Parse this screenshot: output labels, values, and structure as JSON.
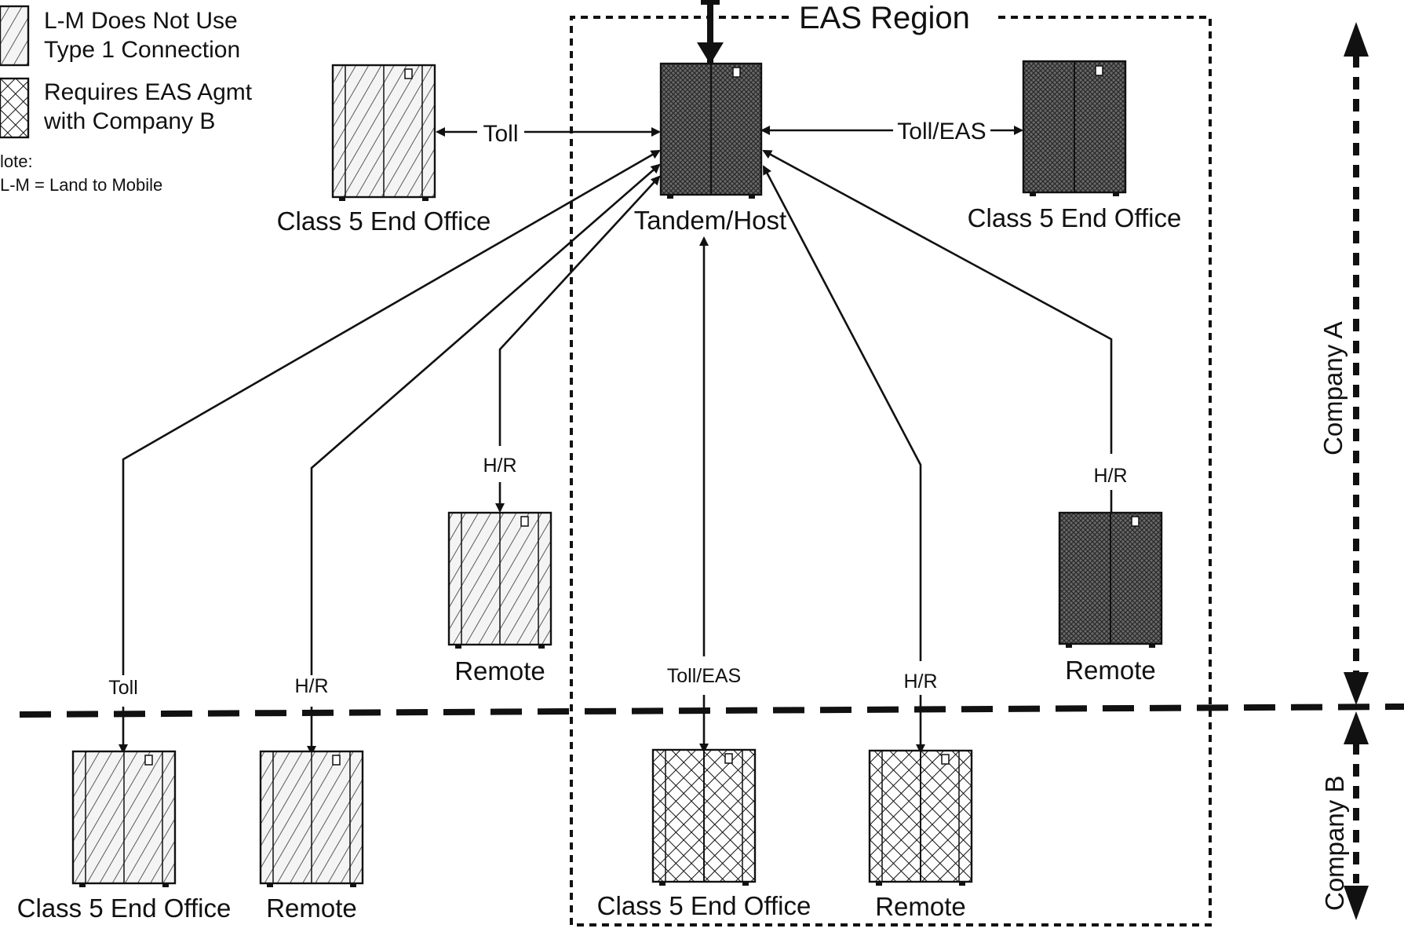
{
  "legend": {
    "item1_line1": "L-M Does Not Use",
    "item1_line2": "Type 1 Connection",
    "item2_line1": "Requires EAS Agmt",
    "item2_line2": "with Company B",
    "note_title": "lote:",
    "note_body": "L-M = Land to Mobile"
  },
  "region_label": "EAS Region",
  "company_a_label": "Company A",
  "company_b_label": "Company B",
  "nodes": {
    "tandem": "Tandem/Host",
    "eo_top_left": "Class 5 End Office",
    "eo_top_right": "Class 5 End Office",
    "remote_mid": "Remote",
    "remote_right": "Remote",
    "eo_b_left": "Class 5 End Office",
    "remote_b_left": "Remote",
    "eo_b_mid": "Class 5 End Office",
    "remote_b_right": "Remote"
  },
  "links": {
    "toll_top": "Toll",
    "toll_eas_top": "Toll/EAS",
    "hr_mid": "H/R",
    "hr_right": "H/R",
    "toll_b": "Toll",
    "hr_b_left": "H/R",
    "toll_eas_b": "Toll/EAS",
    "hr_b_right": "H/R"
  },
  "colors": {
    "line": "#111111",
    "hatch_fill": "#f2f2f2",
    "tandem_fill": "#555555",
    "eas_fill": "#ffffff"
  }
}
